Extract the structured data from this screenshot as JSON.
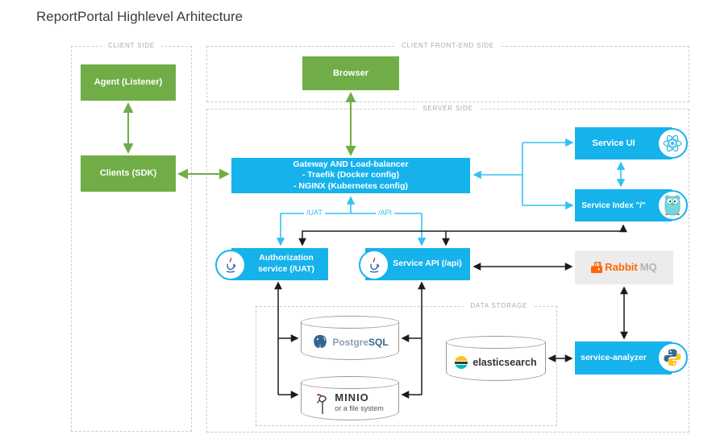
{
  "title": "ReportPortal Highlevel Arhitecture",
  "sections": {
    "client_side": "CLIENT SIDE",
    "client_front_end": "CLIENT FRONT-END SIDE",
    "server_side": "SERVER SIDE",
    "data_storage": "DATA STORAGE"
  },
  "nodes": {
    "agent": "Agent (Listener)",
    "clients": "Clients (SDK)",
    "browser": "Browser",
    "gateway_lines": [
      "Gateway AND Load-balancer",
      "- Traefik (Docker config)",
      "- NGINX (Kubernetes config)"
    ],
    "service_ui": "Service UI",
    "service_index": "Service Index \"/\"",
    "auth_lines": [
      "Authorization",
      "service (/UAT)"
    ],
    "service_api": "Service API (/api)",
    "rabbitmq": {
      "rabbit": "Rabbit",
      "mq": "MQ"
    },
    "service_analyzer": "service-analyzer",
    "postgresql": {
      "postgre": "Postgre",
      "sql": "SQL"
    },
    "minio": {
      "name": "MINIO",
      "sub": "or a file system"
    },
    "elasticsearch": "elasticsearch"
  },
  "edge_labels": {
    "uat": "/UAT",
    "api": "/API"
  },
  "icons": [
    "react-icon",
    "go-gopher-icon",
    "java-icon",
    "python-icon",
    "rabbitmq-icon",
    "postgresql-elephant-icon",
    "minio-bird-icon",
    "elasticsearch-icon"
  ],
  "colors": {
    "green": "#70ad47",
    "blue": "#16b2ec",
    "blue_arrow": "#35c1f1",
    "black_arrow": "#1b1b1b",
    "gray_box": "#ececec",
    "rabbit_orange": "#ff6600",
    "postgres_blue": "#336791",
    "es_yellow": "#fec514",
    "es_teal": "#00bfb3",
    "minio_red": "#c72c48"
  },
  "edges": [
    {
      "from": "agent",
      "to": "clients",
      "color": "green",
      "bidirectional": true
    },
    {
      "from": "clients",
      "to": "gateway",
      "color": "green",
      "bidirectional": true
    },
    {
      "from": "browser",
      "to": "gateway",
      "color": "green",
      "bidirectional": true
    },
    {
      "from": "gateway",
      "to": "service_ui",
      "color": "blue"
    },
    {
      "from": "gateway",
      "to": "service_index",
      "color": "blue"
    },
    {
      "from": "service_ui",
      "to": "service_index",
      "color": "blue",
      "bidirectional": true
    },
    {
      "from": "gateway",
      "to": "auth_service",
      "color": "blue",
      "label": "/UAT"
    },
    {
      "from": "gateway",
      "to": "service_api",
      "color": "blue",
      "label": "/API"
    },
    {
      "from": "service_index",
      "to": "auth_service",
      "color": "black"
    },
    {
      "from": "service_index",
      "to": "service_api",
      "color": "black"
    },
    {
      "from": "service_api",
      "to": "rabbitmq",
      "color": "black",
      "bidirectional": true
    },
    {
      "from": "rabbitmq",
      "to": "service_analyzer",
      "color": "black",
      "bidirectional": true
    },
    {
      "from": "elasticsearch",
      "to": "service_analyzer",
      "color": "black",
      "bidirectional": true
    },
    {
      "from": "auth_service",
      "to": "postgresql",
      "color": "black"
    },
    {
      "from": "auth_service",
      "to": "minio",
      "color": "black"
    },
    {
      "from": "service_api",
      "to": "postgresql",
      "color": "black"
    },
    {
      "from": "service_api",
      "to": "minio",
      "color": "black"
    }
  ]
}
